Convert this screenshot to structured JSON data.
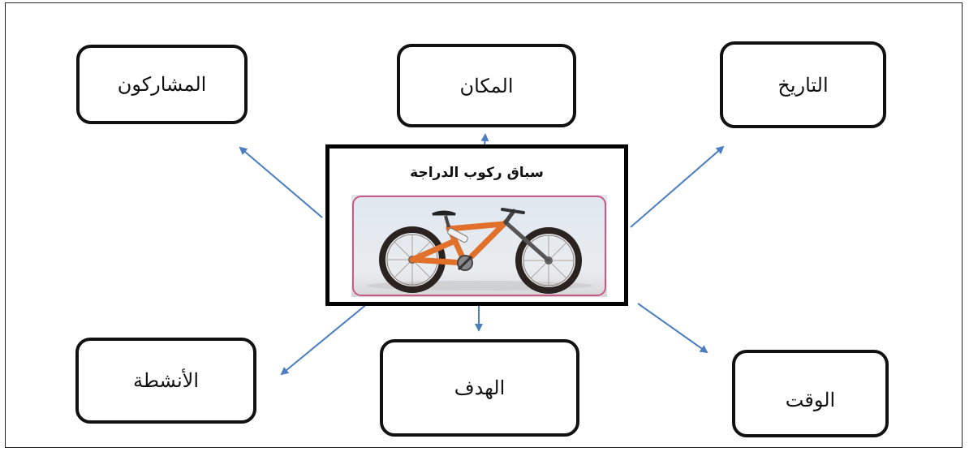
{
  "center": {
    "title": "سباق ركوب الدراجة",
    "image": "bicycle-photo"
  },
  "boxes": {
    "participants": "المشاركون",
    "place": "المكان",
    "date": "التاريخ",
    "activities": "الأنشطة",
    "goal": "الهدف",
    "time": "الوقت"
  },
  "colors": {
    "arrow": "#4a7ec0",
    "border": "#111111",
    "bike_frame": "#e0702a"
  }
}
